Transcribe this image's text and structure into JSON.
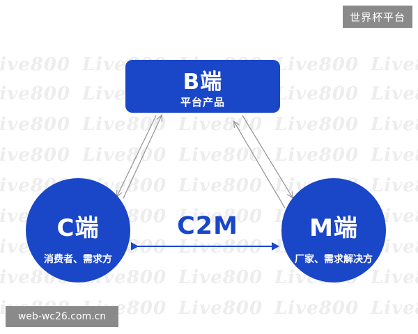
{
  "watermark": {
    "text": "Live800"
  },
  "corner_label": "世界杯平台",
  "site_label": "web-wc26.com.cn",
  "b_node": {
    "title": "B端",
    "subtitle": "平台产品"
  },
  "c_node": {
    "title": "C端",
    "subtitle": "消费者、需求方"
  },
  "m_node": {
    "title": "M端",
    "subtitle": "厂家、需求解决方"
  },
  "center_label": "C2M",
  "colors": {
    "node_fill": "#1a46c8",
    "center_text": "#1a46c8",
    "arrow_gray": "#999999",
    "arrow_blue": "#1a46c8",
    "label_bg": "#8a8a8a"
  }
}
